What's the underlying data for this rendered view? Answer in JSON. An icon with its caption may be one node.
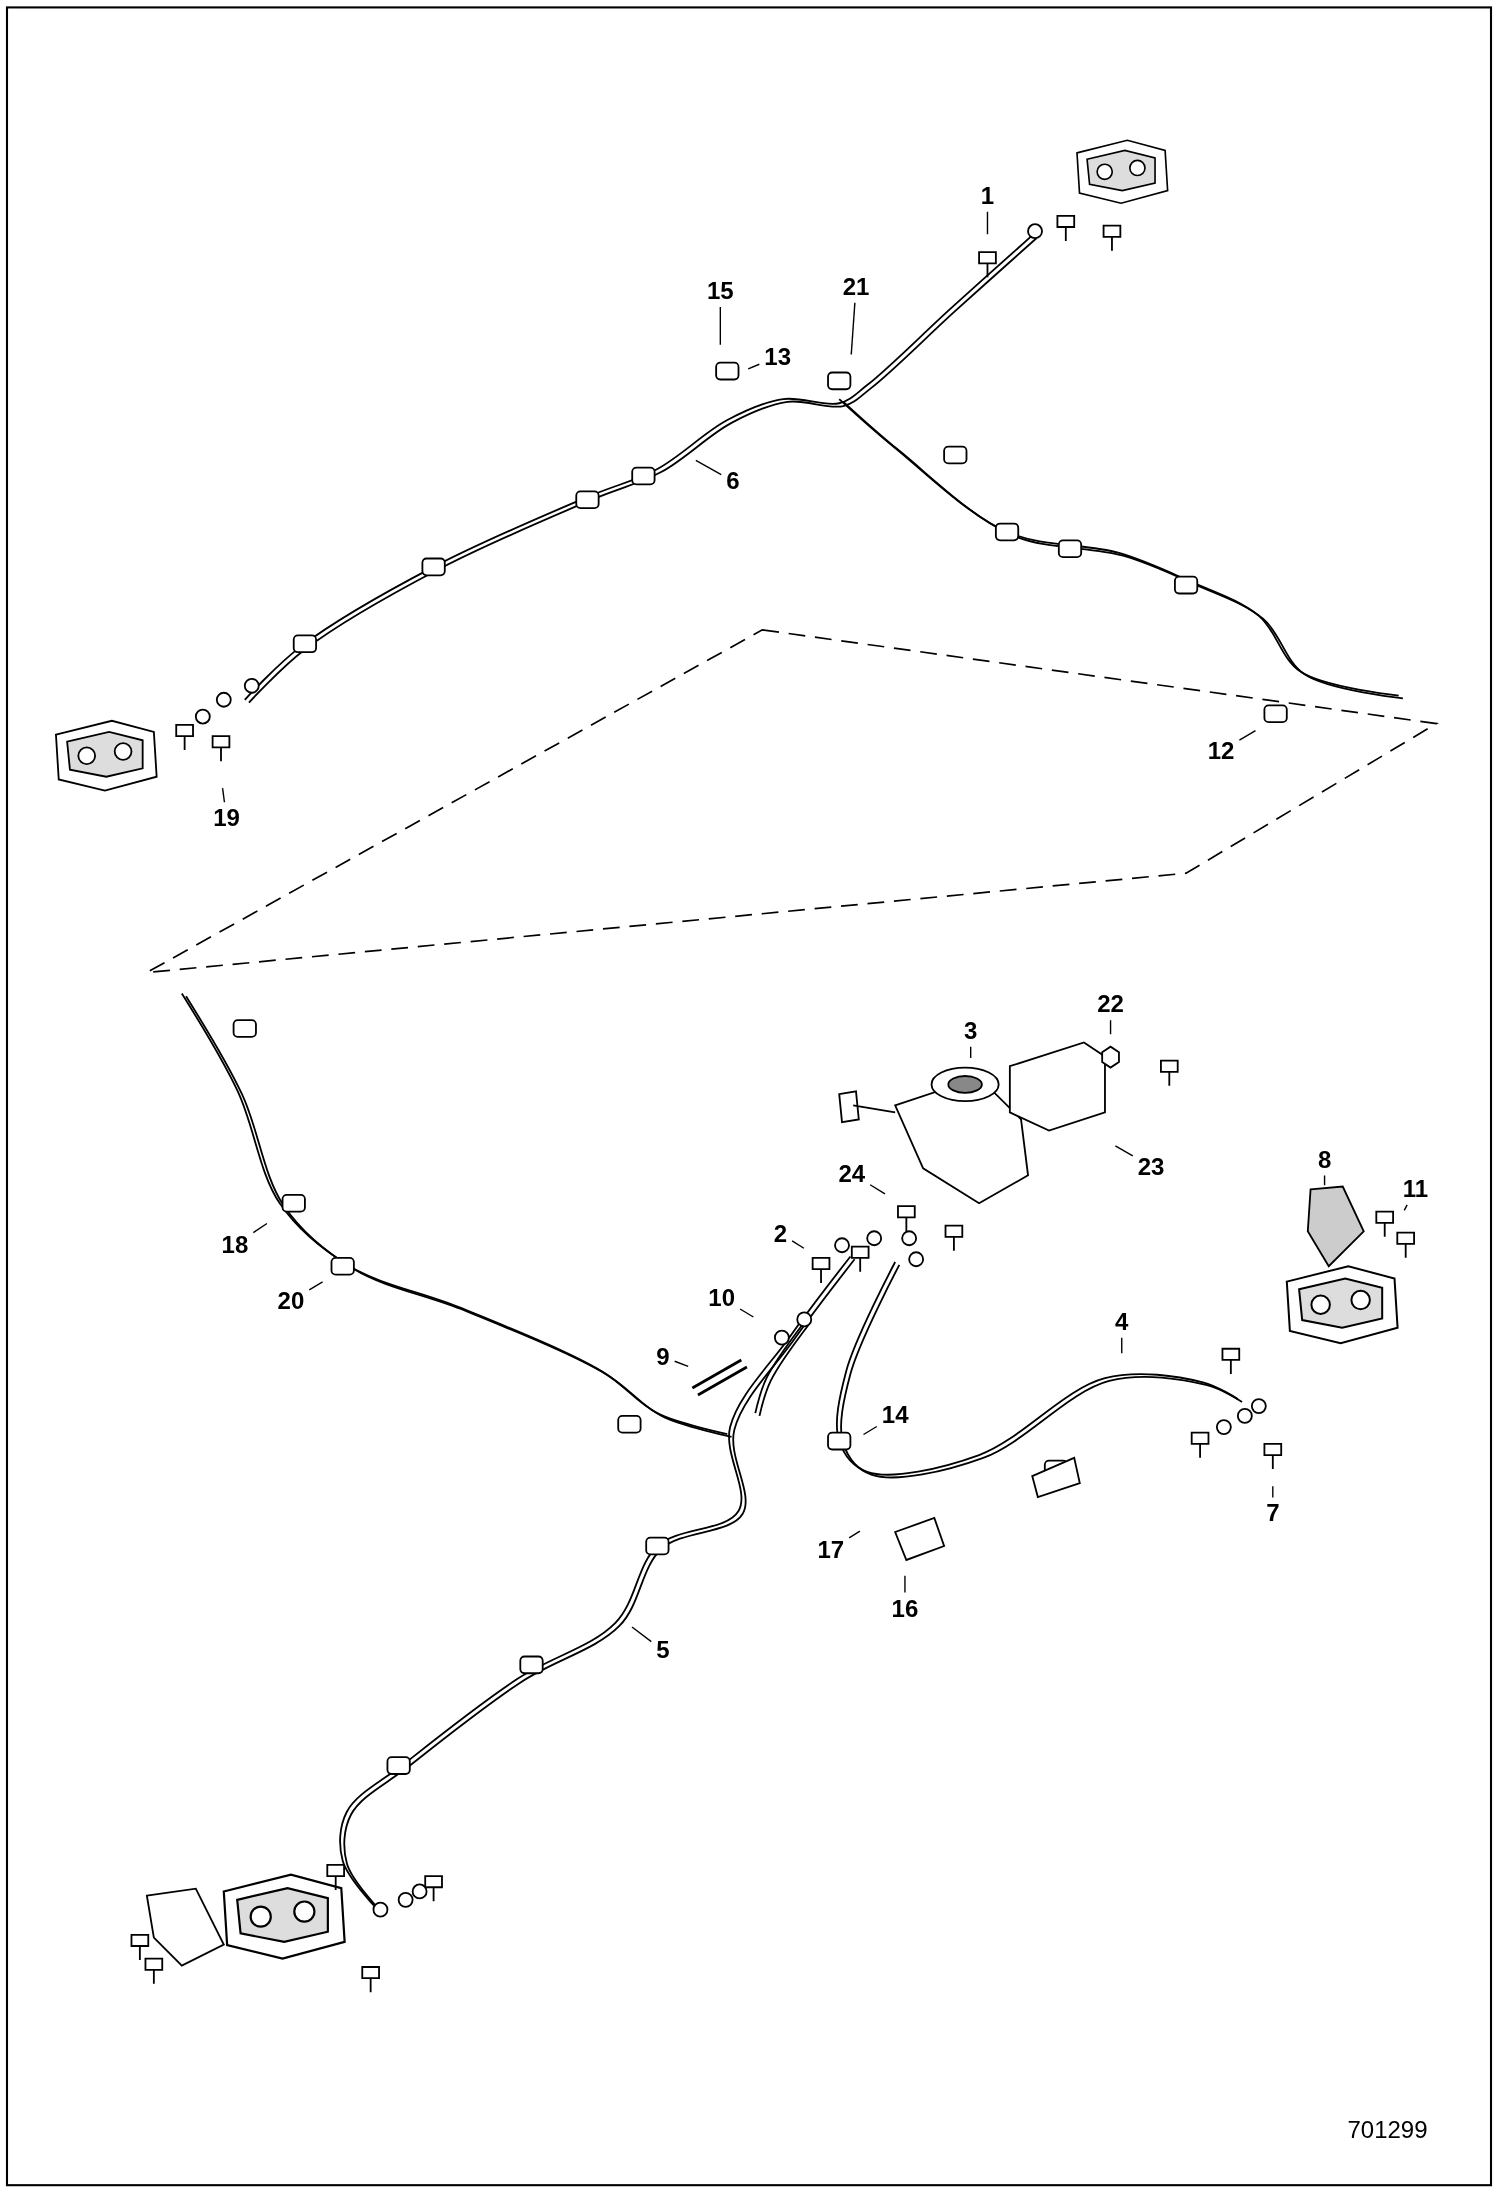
{
  "diagram": {
    "nodes": [
      {
        "text": [
          "1"
        ]
      },
      {
        "text": [
          "15"
        ]
      },
      {
        "text": [
          "21"
        ]
      },
      {
        "text": [
          "13"
        ]
      },
      {
        "text": [
          "6"
        ]
      },
      {
        "text": [
          "12"
        ]
      },
      {
        "text": [
          "19"
        ]
      },
      {
        "text": [
          "3"
        ]
      },
      {
        "text": [
          "22"
        ]
      },
      {
        "text": [
          "23"
        ]
      },
      {
        "text": [
          "24"
        ]
      },
      {
        "text": [
          "8"
        ]
      },
      {
        "text": [
          "11"
        ]
      },
      {
        "text": [
          "2"
        ]
      },
      {
        "text": [
          "18"
        ]
      },
      {
        "text": [
          "20"
        ]
      },
      {
        "text": [
          "10"
        ]
      },
      {
        "text": [
          "9"
        ]
      },
      {
        "text": [
          "4"
        ]
      },
      {
        "text": [
          "14"
        ]
      },
      {
        "text": [
          "7"
        ]
      },
      {
        "text": [
          "17"
        ]
      },
      {
        "text": [
          "16"
        ]
      },
      {
        "text": [
          "5"
        ]
      }
    ],
    "edges": [
      {
        "from": 0,
        "to": null,
        "arrow": "none"
      },
      {
        "from": 1,
        "to": null,
        "arrow": "none"
      },
      {
        "from": 2,
        "to": null,
        "arrow": "none"
      },
      {
        "from": 3,
        "to": null,
        "arrow": "none"
      },
      {
        "from": 4,
        "to": null,
        "arrow": "none"
      },
      {
        "from": 5,
        "to": null,
        "arrow": "none"
      },
      {
        "from": 6,
        "to": null,
        "arrow": "none"
      },
      {
        "from": 7,
        "to": null,
        "arrow": "none"
      },
      {
        "from": 8,
        "to": null,
        "arrow": "none"
      },
      {
        "from": 9,
        "to": null,
        "arrow": "none"
      },
      {
        "from": 10,
        "to": null,
        "arrow": "none"
      },
      {
        "from": 11,
        "to": null,
        "arrow": "none"
      },
      {
        "from": 12,
        "to": null,
        "arrow": "none"
      },
      {
        "from": 13,
        "to": null,
        "arrow": "none"
      },
      {
        "from": 14,
        "to": null,
        "arrow": "none"
      },
      {
        "from": 15,
        "to": null,
        "arrow": "none"
      },
      {
        "from": 16,
        "to": null,
        "arrow": "none"
      },
      {
        "from": 17,
        "to": null,
        "arrow": "none"
      },
      {
        "from": 18,
        "to": null,
        "arrow": "none"
      },
      {
        "from": 19,
        "to": null,
        "arrow": "none"
      },
      {
        "from": 20,
        "to": null,
        "arrow": "none"
      },
      {
        "from": 21,
        "to": null,
        "arrow": "none"
      },
      {
        "from": 22,
        "to": null,
        "arrow": "none"
      },
      {
        "from": 23,
        "to": null,
        "arrow": "none"
      }
    ],
    "labels": [
      "701299"
    ]
  }
}
